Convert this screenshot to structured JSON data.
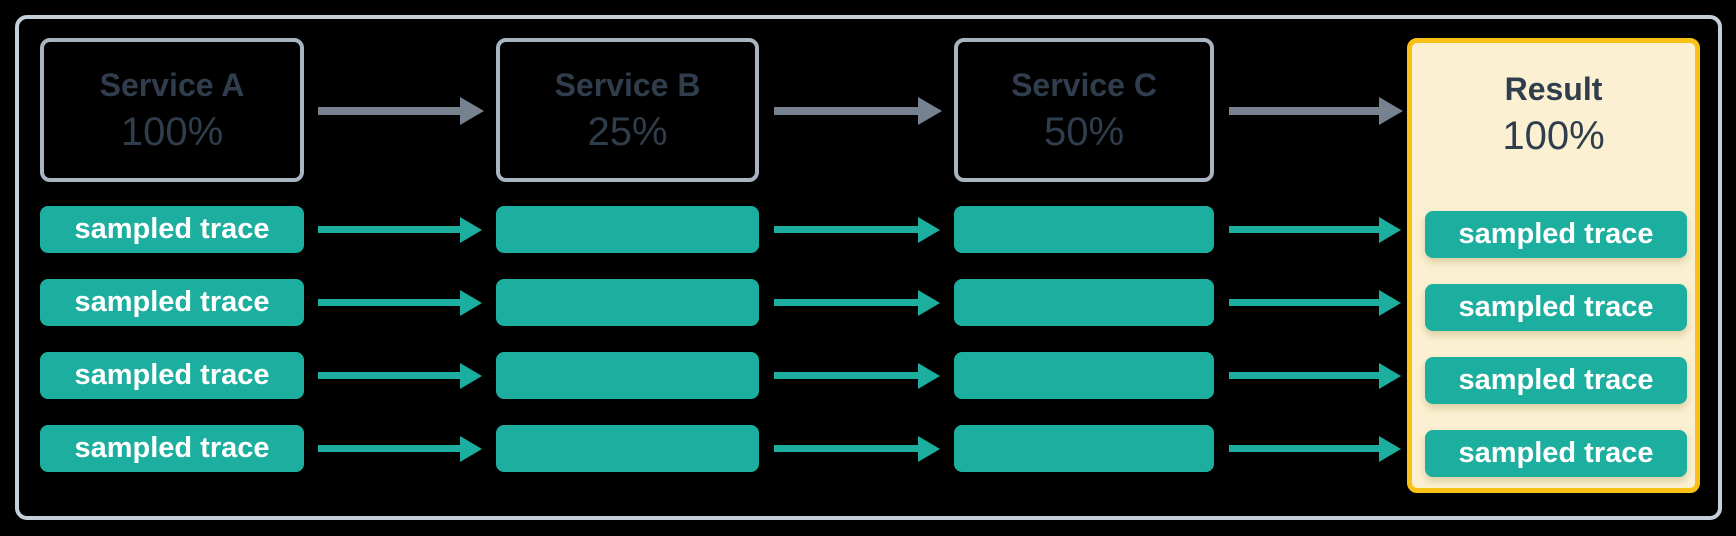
{
  "diagram": {
    "description_labels": {
      "trace_label": "sampled trace"
    },
    "columns": [
      {
        "id": "service-a",
        "title": "Service A",
        "percent": "100%",
        "type": "service",
        "trace_labels": [
          "sampled trace",
          "sampled trace",
          "sampled trace",
          "sampled trace"
        ]
      },
      {
        "id": "service-b",
        "title": "Service B",
        "percent": "25%",
        "type": "service",
        "trace_labels": [
          "",
          "",
          "",
          ""
        ]
      },
      {
        "id": "service-c",
        "title": "Service C",
        "percent": "50%",
        "type": "service",
        "trace_labels": [
          "",
          "",
          "",
          ""
        ]
      },
      {
        "id": "result",
        "title": "Result",
        "percent": "100%",
        "type": "result",
        "trace_labels": [
          "sampled trace",
          "sampled trace",
          "sampled trace",
          "sampled trace"
        ]
      }
    ],
    "colors": {
      "background": "#000000",
      "frame_border": "#C5CFD9",
      "service_border": "#A9B4C1",
      "heading_text": "#2F3D4C",
      "trace_fill": "#1CAE9E",
      "trace_text": "#FFFFFF",
      "arrow_gray": "#76828F",
      "arrow_teal": "#1CAE9E",
      "result_fill": "#FBF1D2",
      "result_border": "#F9C116"
    }
  }
}
